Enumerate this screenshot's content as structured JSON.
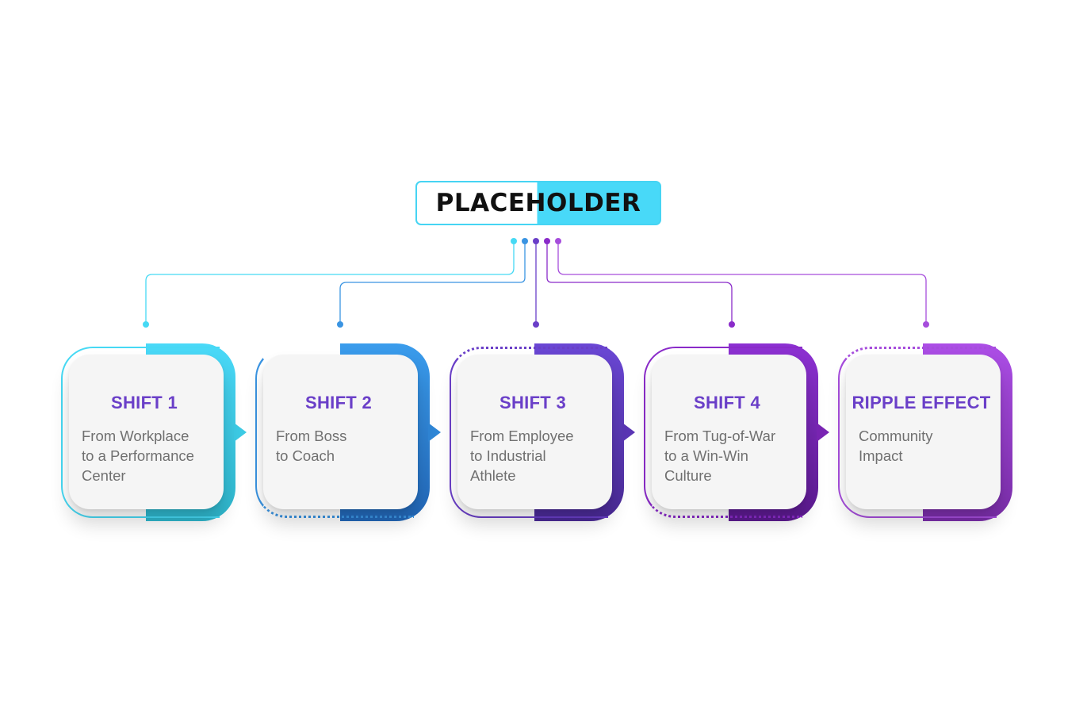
{
  "title": "PLACEHOLDER",
  "colors": {
    "shift1": "#46d9f4",
    "shift2": "#3a94e2",
    "shift3": "#6a3fc8",
    "shift4": "#8a2bc9",
    "ripple": "#a64ddc",
    "heading": "#6a3fc8",
    "body_text": "#707070"
  },
  "steps": [
    {
      "heading": "SHIFT 1",
      "description": [
        "From Workplace",
        "to a Performance",
        "Center"
      ],
      "color_key": "shift1",
      "outline": "solid"
    },
    {
      "heading": "SHIFT 2",
      "description": [
        "From Boss",
        "to Coach"
      ],
      "color_key": "shift2",
      "outline": "dotted"
    },
    {
      "heading": "SHIFT 3",
      "description": [
        "From Employee",
        "to Industrial",
        "Athlete"
      ],
      "color_key": "shift3",
      "outline": "dotted"
    },
    {
      "heading": "SHIFT 4",
      "description": [
        "From Tug-of-War",
        "to a Win-Win",
        "Culture"
      ],
      "color_key": "shift4",
      "outline": "dotted"
    },
    {
      "heading": "RIPPLE EFFECT",
      "description": [
        "Community",
        "Impact"
      ],
      "color_key": "ripple",
      "outline": "dotted"
    }
  ]
}
